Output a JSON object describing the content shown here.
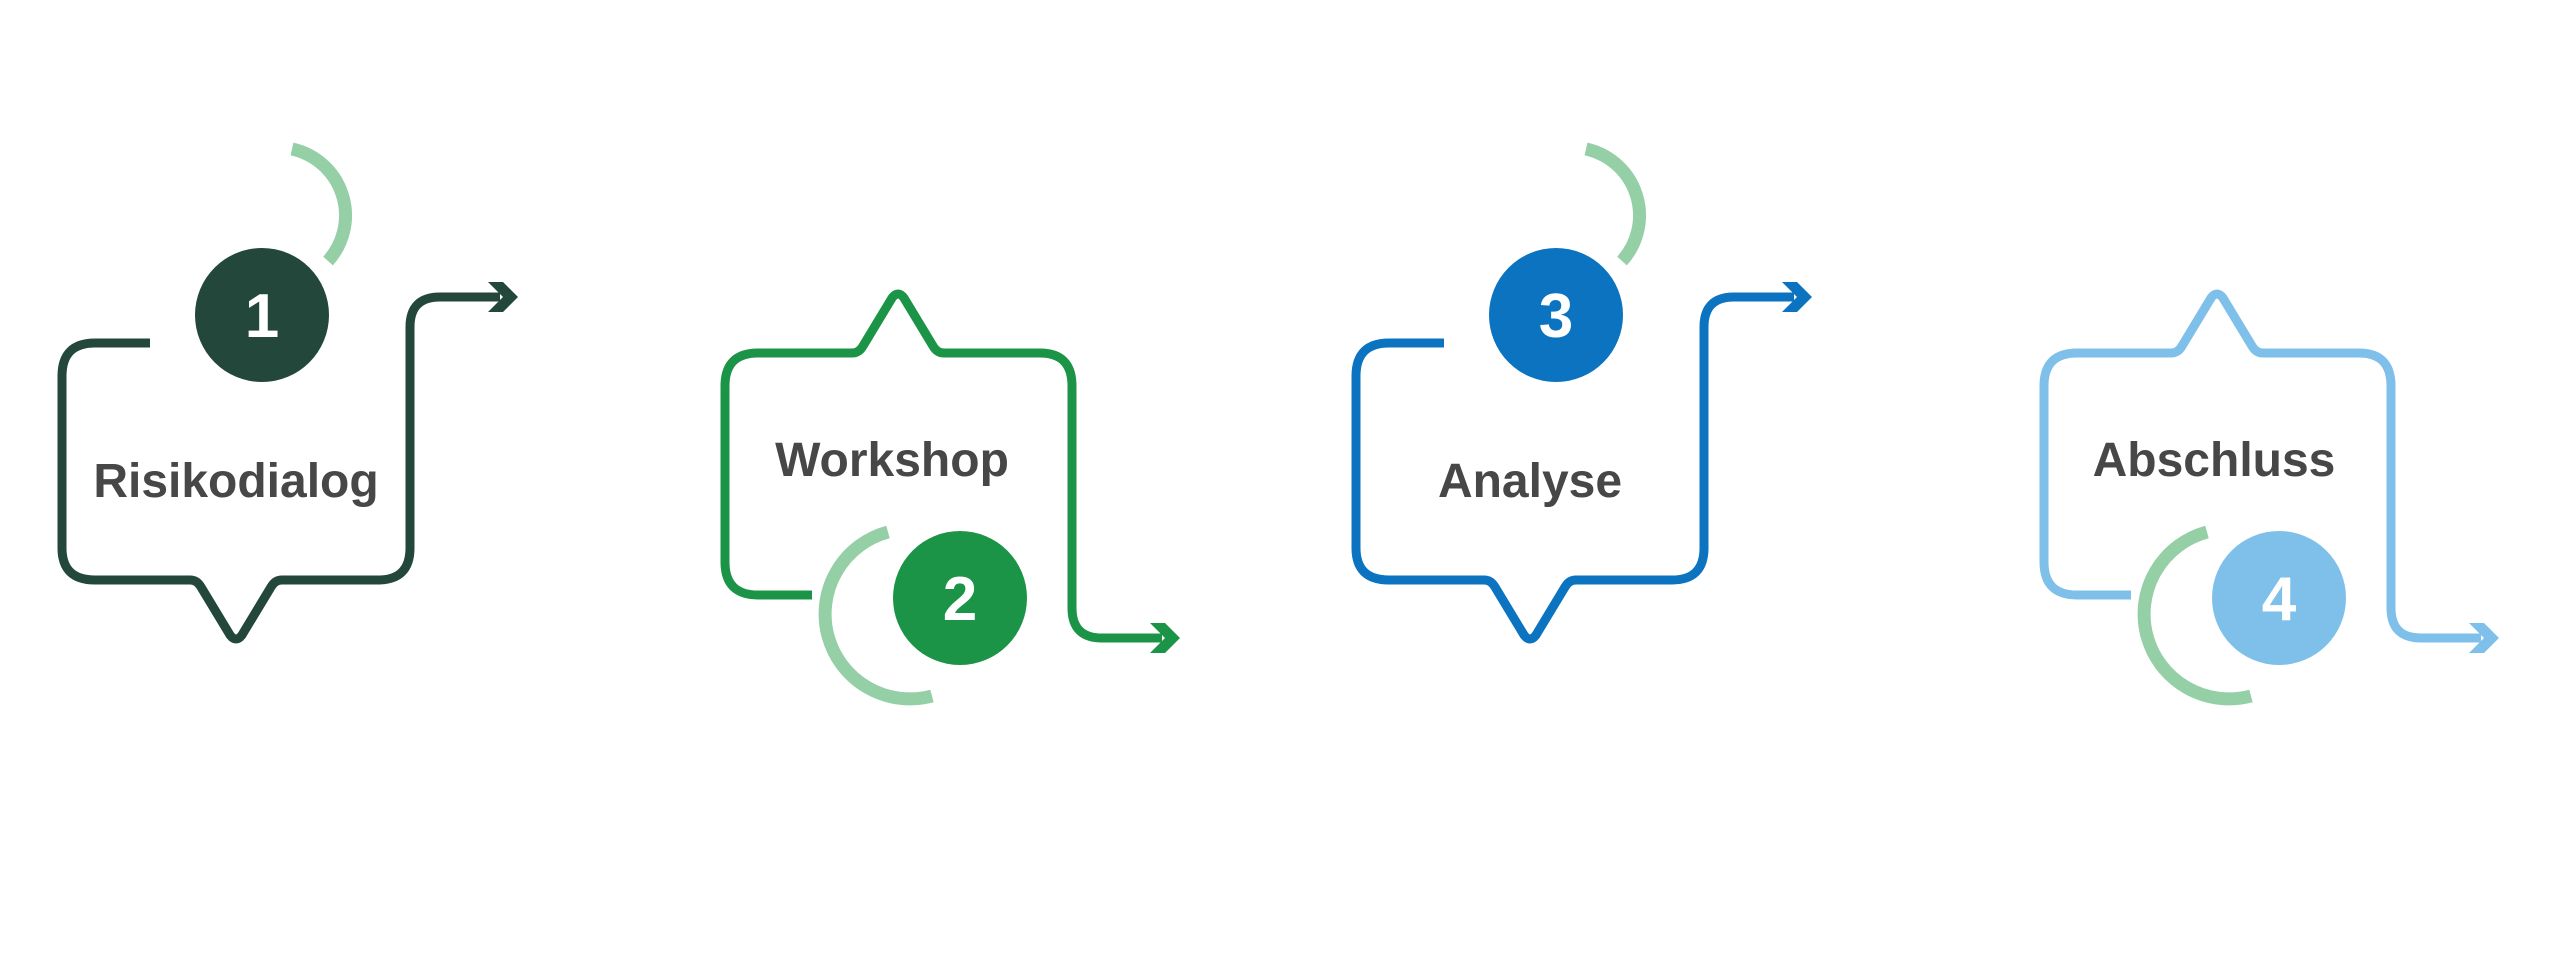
{
  "steps": [
    {
      "number": "1",
      "label": "Risikodialog",
      "color": "#23473a"
    },
    {
      "number": "2",
      "label": "Workshop",
      "color": "#1c9447"
    },
    {
      "number": "3",
      "label": "Analyse",
      "color": "#0b73bf"
    },
    {
      "number": "4",
      "label": "Abschluss",
      "color": "#7fc0ea"
    }
  ],
  "accent_arc_color": "#95cfa6"
}
